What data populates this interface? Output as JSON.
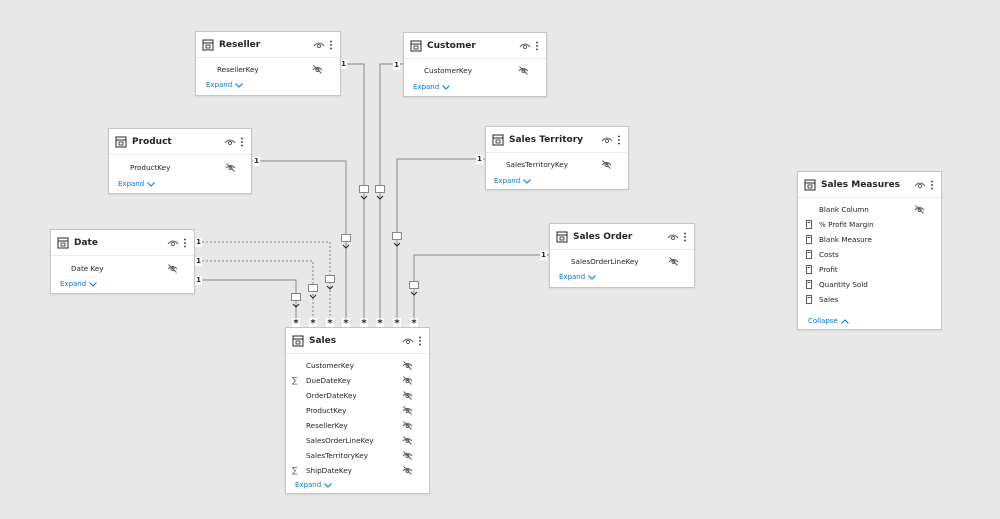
{
  "tables": {
    "reseller": {
      "title": "Reseller",
      "fields": [
        "ResellerKey"
      ],
      "expand": "Expand"
    },
    "customer": {
      "title": "Customer",
      "fields": [
        "CustomerKey"
      ],
      "expand": "Expand"
    },
    "product": {
      "title": "Product",
      "fields": [
        "ProductKey"
      ],
      "expand": "Expand"
    },
    "territory": {
      "title": "Sales Territory",
      "fields": [
        "SalesTerritoryKey"
      ],
      "expand": "Expand"
    },
    "date": {
      "title": "Date",
      "fields": [
        "Date Key"
      ],
      "expand": "Expand"
    },
    "order": {
      "title": "Sales Order",
      "fields": [
        "SalesOrderLineKey"
      ],
      "expand": "Expand"
    },
    "sales": {
      "title": "Sales",
      "fields": [
        "CustomerKey",
        "DueDateKey",
        "OrderDateKey",
        "ProductKey",
        "ResellerKey",
        "SalesOrderLineKey",
        "SalesTerritoryKey",
        "ShipDateKey"
      ],
      "expand": "Expand"
    },
    "measures": {
      "title": "Sales Measures",
      "fields": [
        "Blank Column",
        "% Profit Margin",
        "Blank Measure",
        "Costs",
        "Profit",
        "Quantity Sold",
        "Sales"
      ],
      "collapse": "Collapse"
    }
  },
  "cardinality": {
    "one": "1",
    "many": "*"
  },
  "colors": {
    "background": "#e8e8e8",
    "card": "#ffffff",
    "border": "#c8c6c4",
    "link": "#0078d4",
    "line": "#8a8886"
  }
}
